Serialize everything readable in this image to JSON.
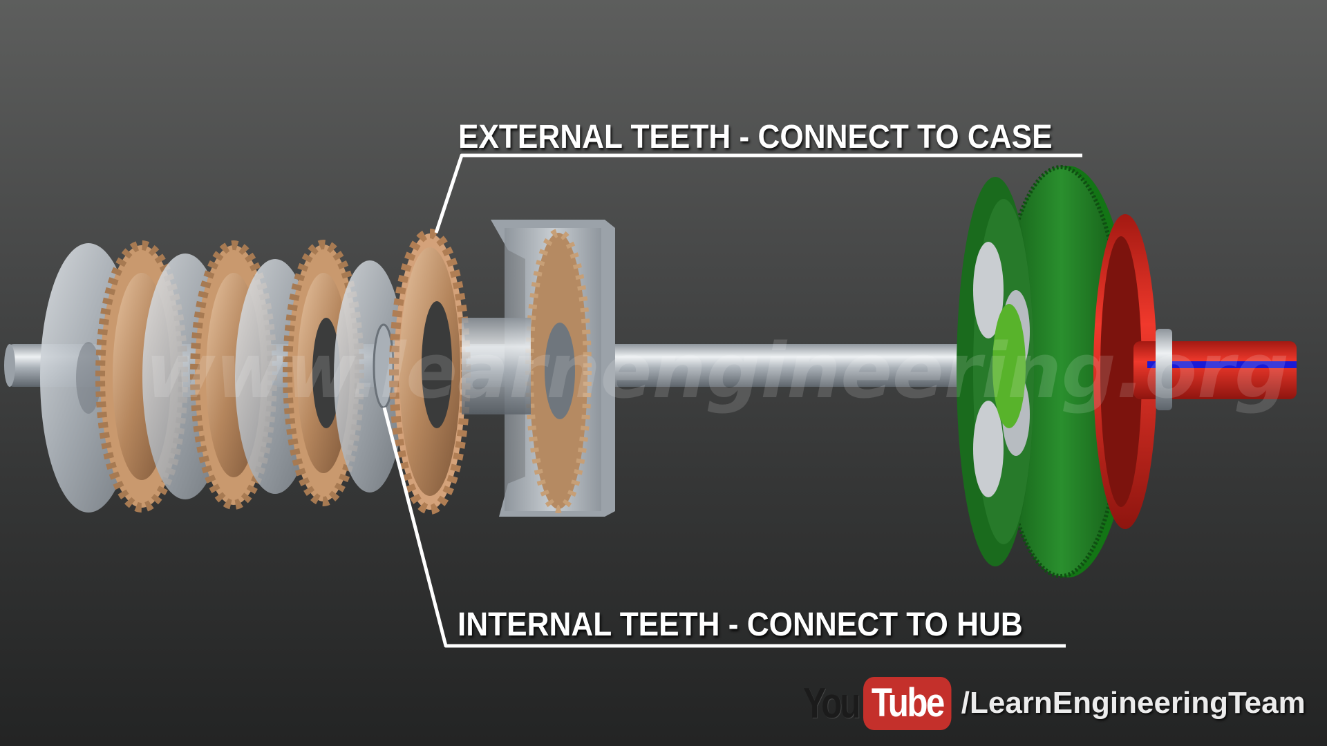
{
  "callouts": {
    "external": "EXTERNAL TEETH - CONNECT TO CASE",
    "internal": "INTERNAL TEETH - CONNECT TO HUB"
  },
  "watermark": {
    "text": "www.learnengineering.org"
  },
  "branding": {
    "you": "You",
    "tube": "Tube",
    "handle": "/LearnEngineeringTeam"
  },
  "colors": {
    "steel_plate": "#c9ced4",
    "friction_plate": "#b88a62",
    "ring_gear": "#1f7a22",
    "carrier": "#d42a1f",
    "shaft": "#bfc6cc",
    "output_shaft": "#e0241b",
    "youtube_red": "#c4302b"
  },
  "icons": [
    "youtube-logo"
  ]
}
